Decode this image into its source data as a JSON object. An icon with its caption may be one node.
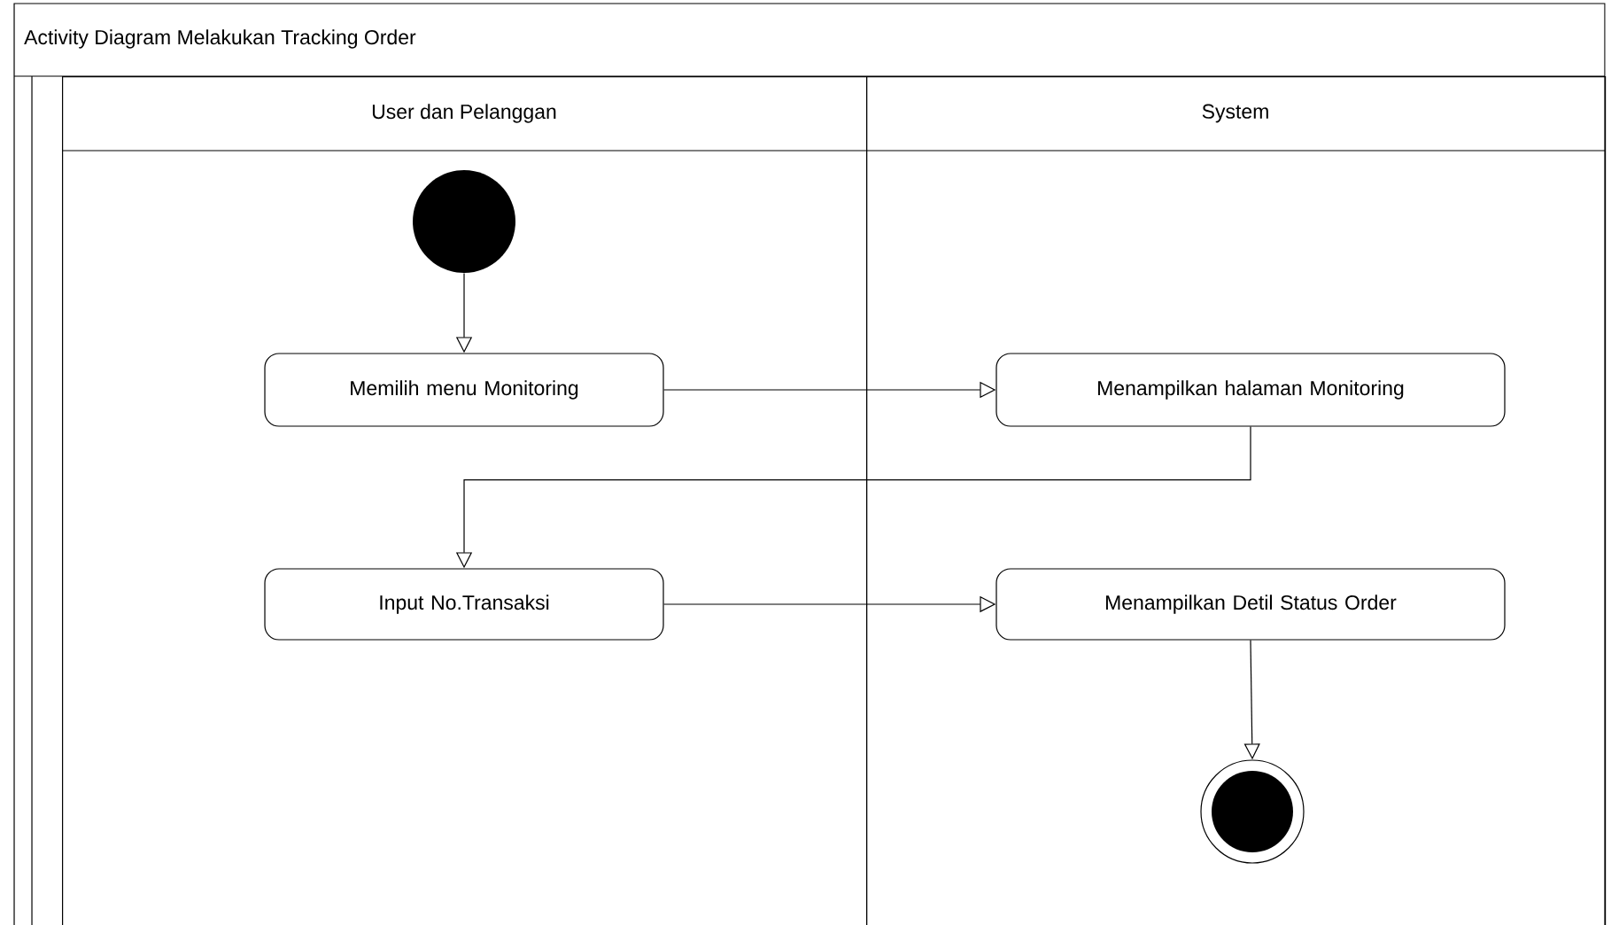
{
  "diagram": {
    "title": "Activity Diagram Melakukan Tracking Order",
    "nodes": [
      {
        "text": [
          "User dan Pelanggan"
        ]
      },
      {
        "text": [
          "System"
        ]
      },
      {
        "text": [],
        "shape": "circle",
        "in": 0
      },
      {
        "text": [
          "Memilih menu Monitoring"
        ],
        "in": 0
      },
      {
        "text": [
          "Menampilkan halaman Monitoring"
        ],
        "in": 1
      },
      {
        "text": [
          "Input No.Transaksi"
        ],
        "in": 0
      },
      {
        "text": [
          "Menampilkan Detil Status Order"
        ],
        "in": 1
      },
      {
        "text": [],
        "shape": "circle",
        "in": 1
      }
    ],
    "edges": [
      {
        "from": 2,
        "to": 3,
        "arrow": "to"
      },
      {
        "from": 3,
        "to": 4,
        "arrow": "to"
      },
      {
        "from": 4,
        "to": 5,
        "arrow": "to"
      },
      {
        "from": 5,
        "to": 6,
        "arrow": "to"
      },
      {
        "from": 6,
        "to": 7,
        "arrow": "to"
      }
    ]
  }
}
